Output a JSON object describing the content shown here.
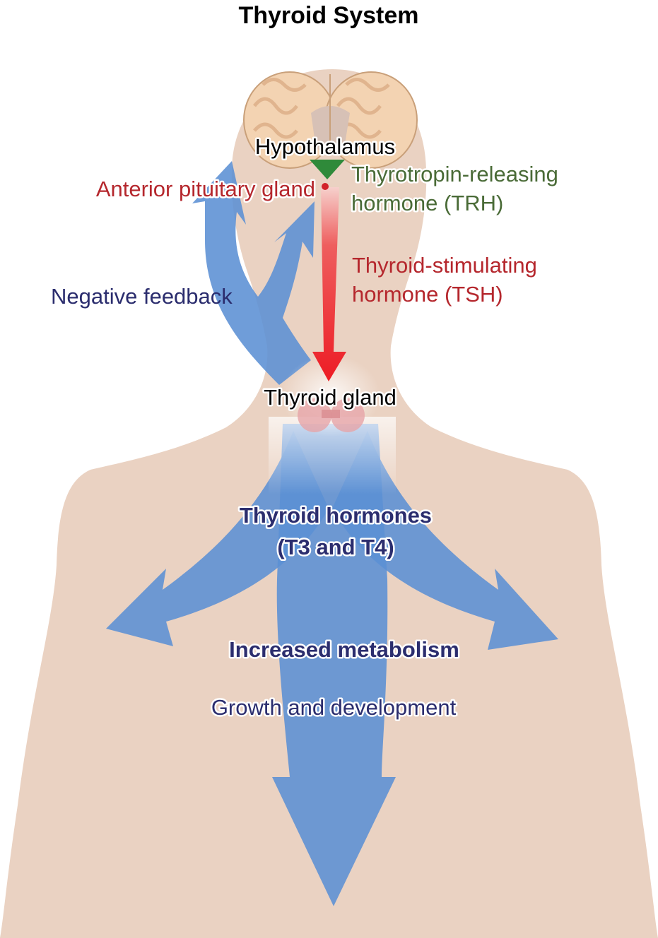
{
  "title": "Thyroid System",
  "labels": {
    "hypothalamus": "Hypothalamus",
    "anterior_pituitary": "Anterior pituitary gland",
    "trh_line1": "Thyrotropin-releasing",
    "trh_line2": "hormone (TRH)",
    "tsh_line1": "Thyroid-stimulating",
    "tsh_line2": "hormone (TSH)",
    "negative_feedback": "Negative feedback",
    "thyroid_gland": "Thyroid gland",
    "hormones_line1": "Thyroid hormones",
    "hormones_line2": "(T3 and T4)",
    "metabolism": "Increased metabolism",
    "growth": "Growth and development"
  },
  "colors": {
    "skin": "#ead2c2",
    "feedback_arrow": "#5b8fd4",
    "tsh_arrow": "#ed1c24",
    "trh_arrow": "#2f8a3a",
    "pituitary_dot": "#d2232a",
    "red_text": "#b5272d",
    "green_text": "#4a6b37",
    "navy_text": "#2b2d6e",
    "black_text": "#000000"
  }
}
